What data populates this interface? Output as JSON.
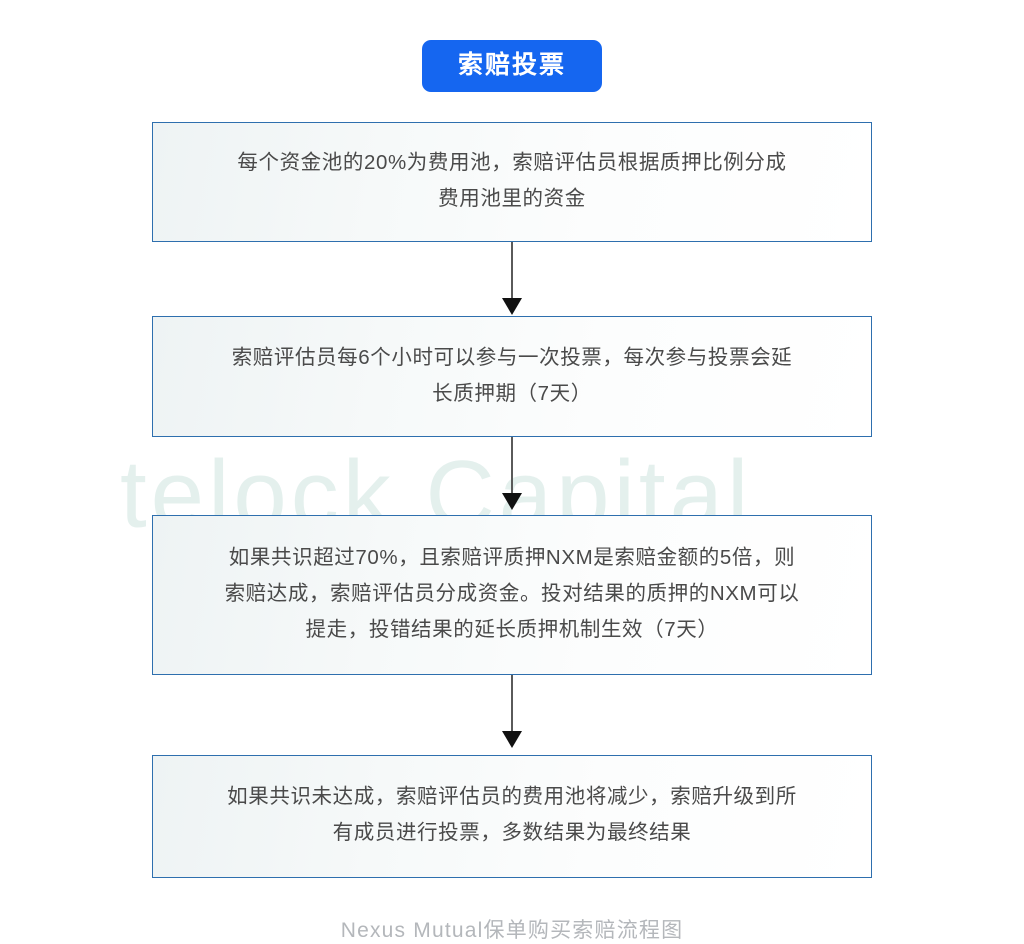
{
  "page": {
    "background_color": "#ffffff",
    "watermark_text": "telock Capital",
    "watermark_color": "#b9d9d2"
  },
  "header": {
    "badge_label": "索赔投票",
    "badge_bg_color": "#1566F0",
    "badge_text_color": "#ffffff"
  },
  "flow": {
    "box_border_color": "#2e6fae",
    "box_text_color": "#4a4a4a",
    "arrow_color": "#5a5a5a",
    "arrowhead_color": "#111111",
    "steps": [
      {
        "id": "step-1",
        "lines": [
          "每个资金池的20%为费用池，索赔评估员根据质押比例分成",
          "费用池里的资金"
        ]
      },
      {
        "id": "step-2",
        "lines": [
          "索赔评估员每6个小时可以参与一次投票，每次参与投票会延",
          "长质押期（7天）"
        ]
      },
      {
        "id": "step-3",
        "lines": [
          "如果共识超过70%，且索赔评质押NXM是索赔金额的5倍，则",
          "索赔达成，索赔评估员分成资金。投对结果的质押的NXM可以",
          "提走，投错结果的延长质押机制生效（7天）"
        ]
      },
      {
        "id": "step-4",
        "lines": [
          "如果共识未达成，索赔评估员的费用池将减少，索赔升级到所",
          "有成员进行投票，多数结果为最终结果"
        ]
      }
    ],
    "connectors": [
      {
        "id": "arrow-1"
      },
      {
        "id": "arrow-2"
      },
      {
        "id": "arrow-3"
      }
    ]
  },
  "footer": {
    "caption": "Nexus Mutual保单购买索赔流程图",
    "caption_color": "#b4b7bb"
  }
}
